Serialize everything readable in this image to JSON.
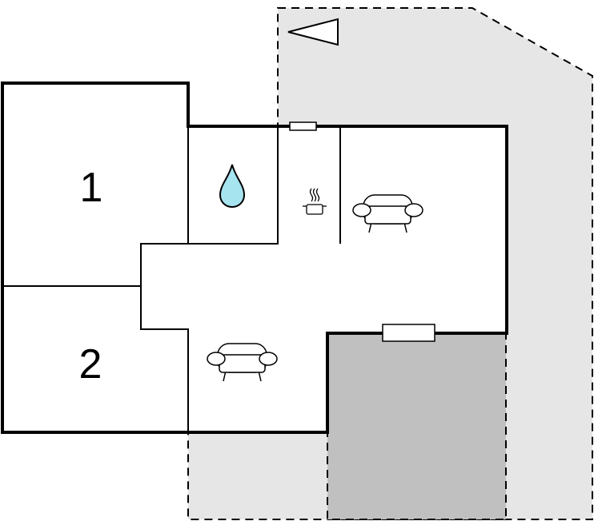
{
  "floorplan": {
    "rooms": [
      {
        "id": "bedroom-1",
        "label": "1"
      },
      {
        "id": "bedroom-2",
        "label": "2"
      }
    ],
    "icons": {
      "north_arrow": "north-arrow-icon",
      "bathroom": "water-drop-icon",
      "kitchen": "cooking-pot-icon",
      "living_room": "sofa-icon",
      "lounge": "sofa-icon"
    },
    "colors": {
      "wall": "#000000",
      "terrace": "#e6e6e6",
      "covered_terrace": "#c0c0c0",
      "water_drop": "#a6e4f0",
      "floor": "#ffffff"
    }
  }
}
